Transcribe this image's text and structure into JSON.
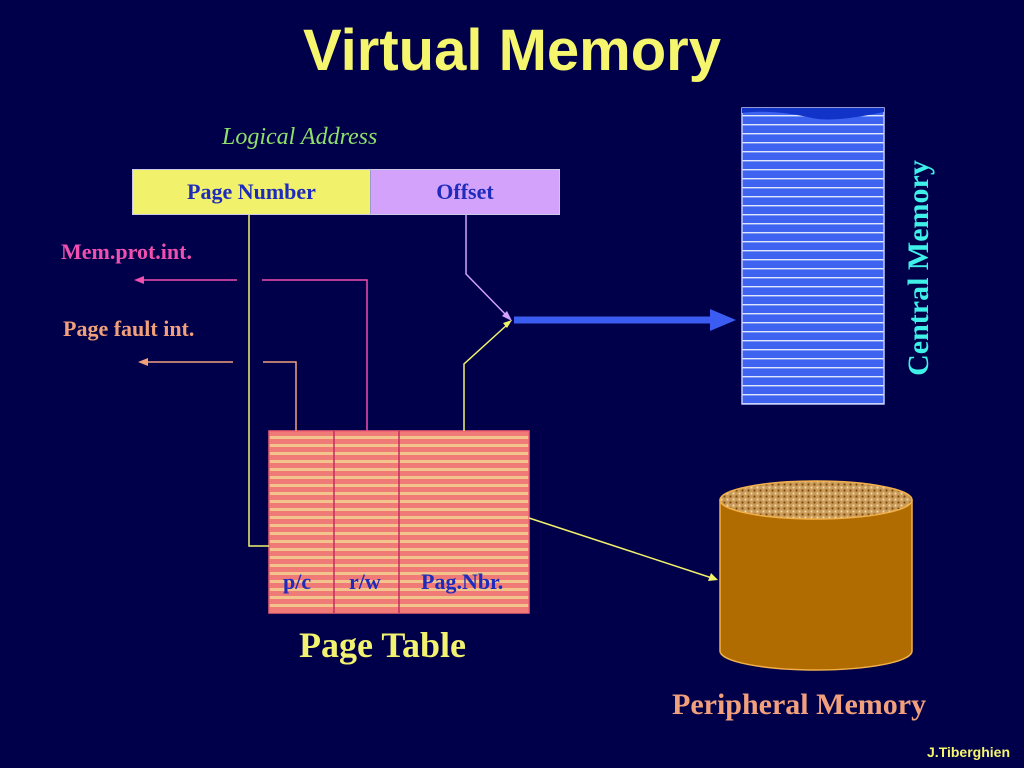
{
  "slide": {
    "title": "Virtual Memory",
    "author": "J.Tiberghien"
  },
  "logical_address": {
    "caption": "Logical Address",
    "fields": {
      "page_number": "Page Number",
      "offset": "Offset"
    }
  },
  "interrupts": {
    "mem_prot": "Mem.prot.int.",
    "page_fault": "Page fault int."
  },
  "page_table": {
    "title": "Page Table",
    "columns": [
      "p/c",
      "r/w",
      "Pag.Nbr."
    ]
  },
  "central_memory": {
    "label": "Central Memory"
  },
  "peripheral_memory": {
    "label": "Peripheral Memory"
  },
  "colors": {
    "background": "#00004a",
    "title": "#f5f56e",
    "page_number_field": "#f1f16c",
    "offset_field": "#d3a3fb",
    "page_table": "#f07878",
    "central_memory": "#3d63f0",
    "peripheral_memory": "#b06c00",
    "arrow": "#3a5cf0"
  }
}
